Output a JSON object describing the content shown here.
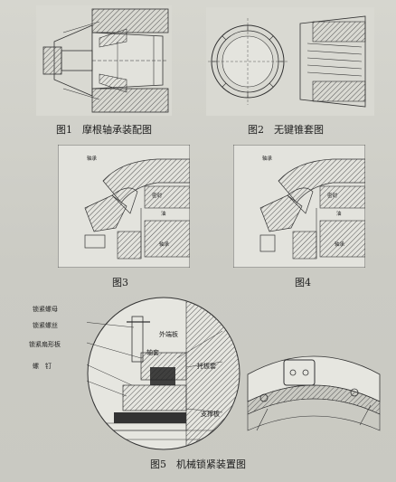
{
  "figures": {
    "fig1": {
      "caption": "图1　摩根轴承装配图"
    },
    "fig2": {
      "caption": "图2　无键锥套图"
    },
    "fig3": {
      "caption": "图3"
    },
    "fig4": {
      "caption": "图4"
    },
    "fig5": {
      "caption": "图5　机械锁紧装置图",
      "labels": {
        "nut": "锁紧螺母",
        "bolt": "锁紧螺丝",
        "plate": "锁紧扇形板",
        "screw": "螺　钉",
        "outer": "外端板",
        "sleeve": "轴套",
        "support": "支撑板",
        "sub": "托板套"
      }
    },
    "fig3_labels": {
      "a": "轴承",
      "b": "密封",
      "c": "油",
      "d": "轴承"
    },
    "fig4_labels": {
      "a": "轴承",
      "b": "密封",
      "c": "油",
      "d": "轴承"
    }
  },
  "colors": {
    "paper": "#cfcfc8",
    "ink": "#222222",
    "hatch": "#555555"
  }
}
